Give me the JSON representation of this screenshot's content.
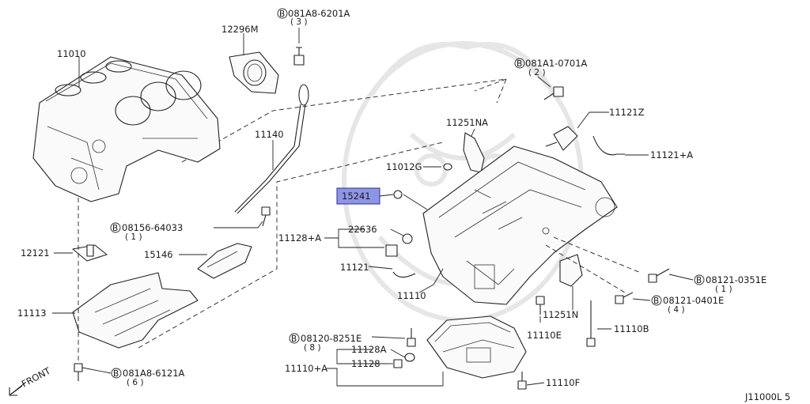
{
  "diagram_id": "J11000L 5",
  "front_label": "FRONT",
  "highlighted_part": "15241",
  "parts": {
    "p11010": "11010",
    "p12296m": "12296M",
    "p081a8_6201a": "081A8-6201A",
    "p081a8_6201a_qty": "( 3 )",
    "p11140": "11140",
    "p081a1_0701a": "081A1-0701A",
    "p081a1_0701a_qty": "( 2 )",
    "p11121z": "11121Z",
    "p11251na": "11251NA",
    "p11121a": "11121+A",
    "p11012g": "11012G",
    "p15241": "15241",
    "p08156_64033": "08156-64033",
    "p08156_64033_qty": "( 1 )",
    "p11128a": "11128+A",
    "p22636": "22636",
    "p12121": "12121",
    "p15146": "15146",
    "p11121": "11121",
    "p11110": "11110",
    "p08121_0351e": "08121-0351E",
    "p08121_0351e_qty": "( 1 )",
    "p08121_0401e": "08121-0401E",
    "p08121_0401e_qty": "( 4 )",
    "p11113": "11113",
    "p11251n": "11251N",
    "p11110e": "11110E",
    "p11110b": "11110B",
    "p08120_8251e": "08120-8251E",
    "p08120_8251e_qty": "( 8 )",
    "p11128a2": "11128A",
    "p11128": "11128",
    "p11110a": "11110+A",
    "p11110f": "11110F",
    "p081a8_6121a": "081A8-6121A",
    "p081a8_6121a_qty": "( 6 )"
  }
}
